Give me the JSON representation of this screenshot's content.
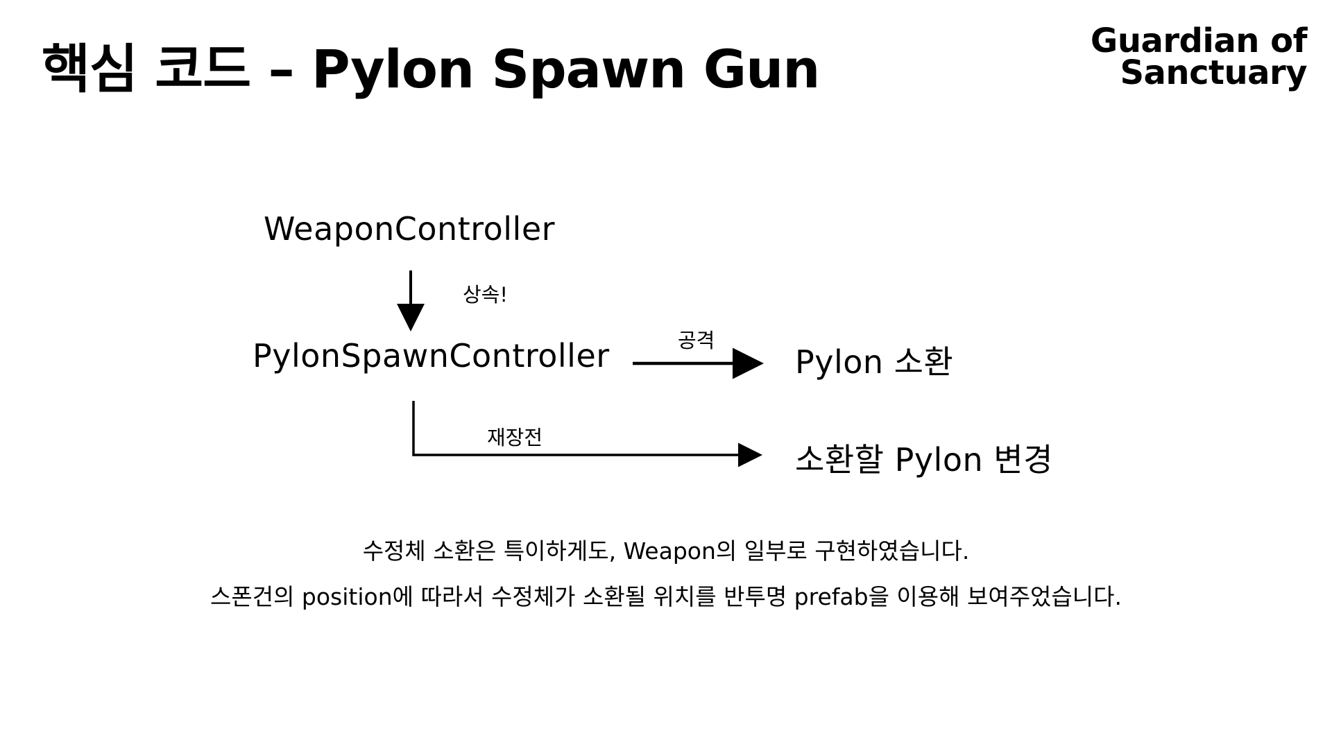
{
  "slide": {
    "title": "핵심 코드 – Pylon Spawn Gun",
    "brand": {
      "line1": "Guardian of",
      "line2": "Sanctuary"
    }
  },
  "diagram": {
    "nodes": {
      "weapon_controller": "WeaponController",
      "pylon_spawn_controller": "PylonSpawnController",
      "pylon_summon": "Pylon 소환",
      "change_pylon": "소환할 Pylon 변경"
    },
    "edges": {
      "inherit": "상속!",
      "attack": "공격",
      "reload": "재장전"
    }
  },
  "description": {
    "line1": "수정체 소환은 특이하게도, Weapon의 일부로 구현하였습니다.",
    "line2": "스폰건의 position에 따라서 수정체가 소환될 위치를 반투명 prefab을 이용해 보여주었습니다."
  },
  "colors": {
    "text": "#000000",
    "background": "#ffffff"
  }
}
